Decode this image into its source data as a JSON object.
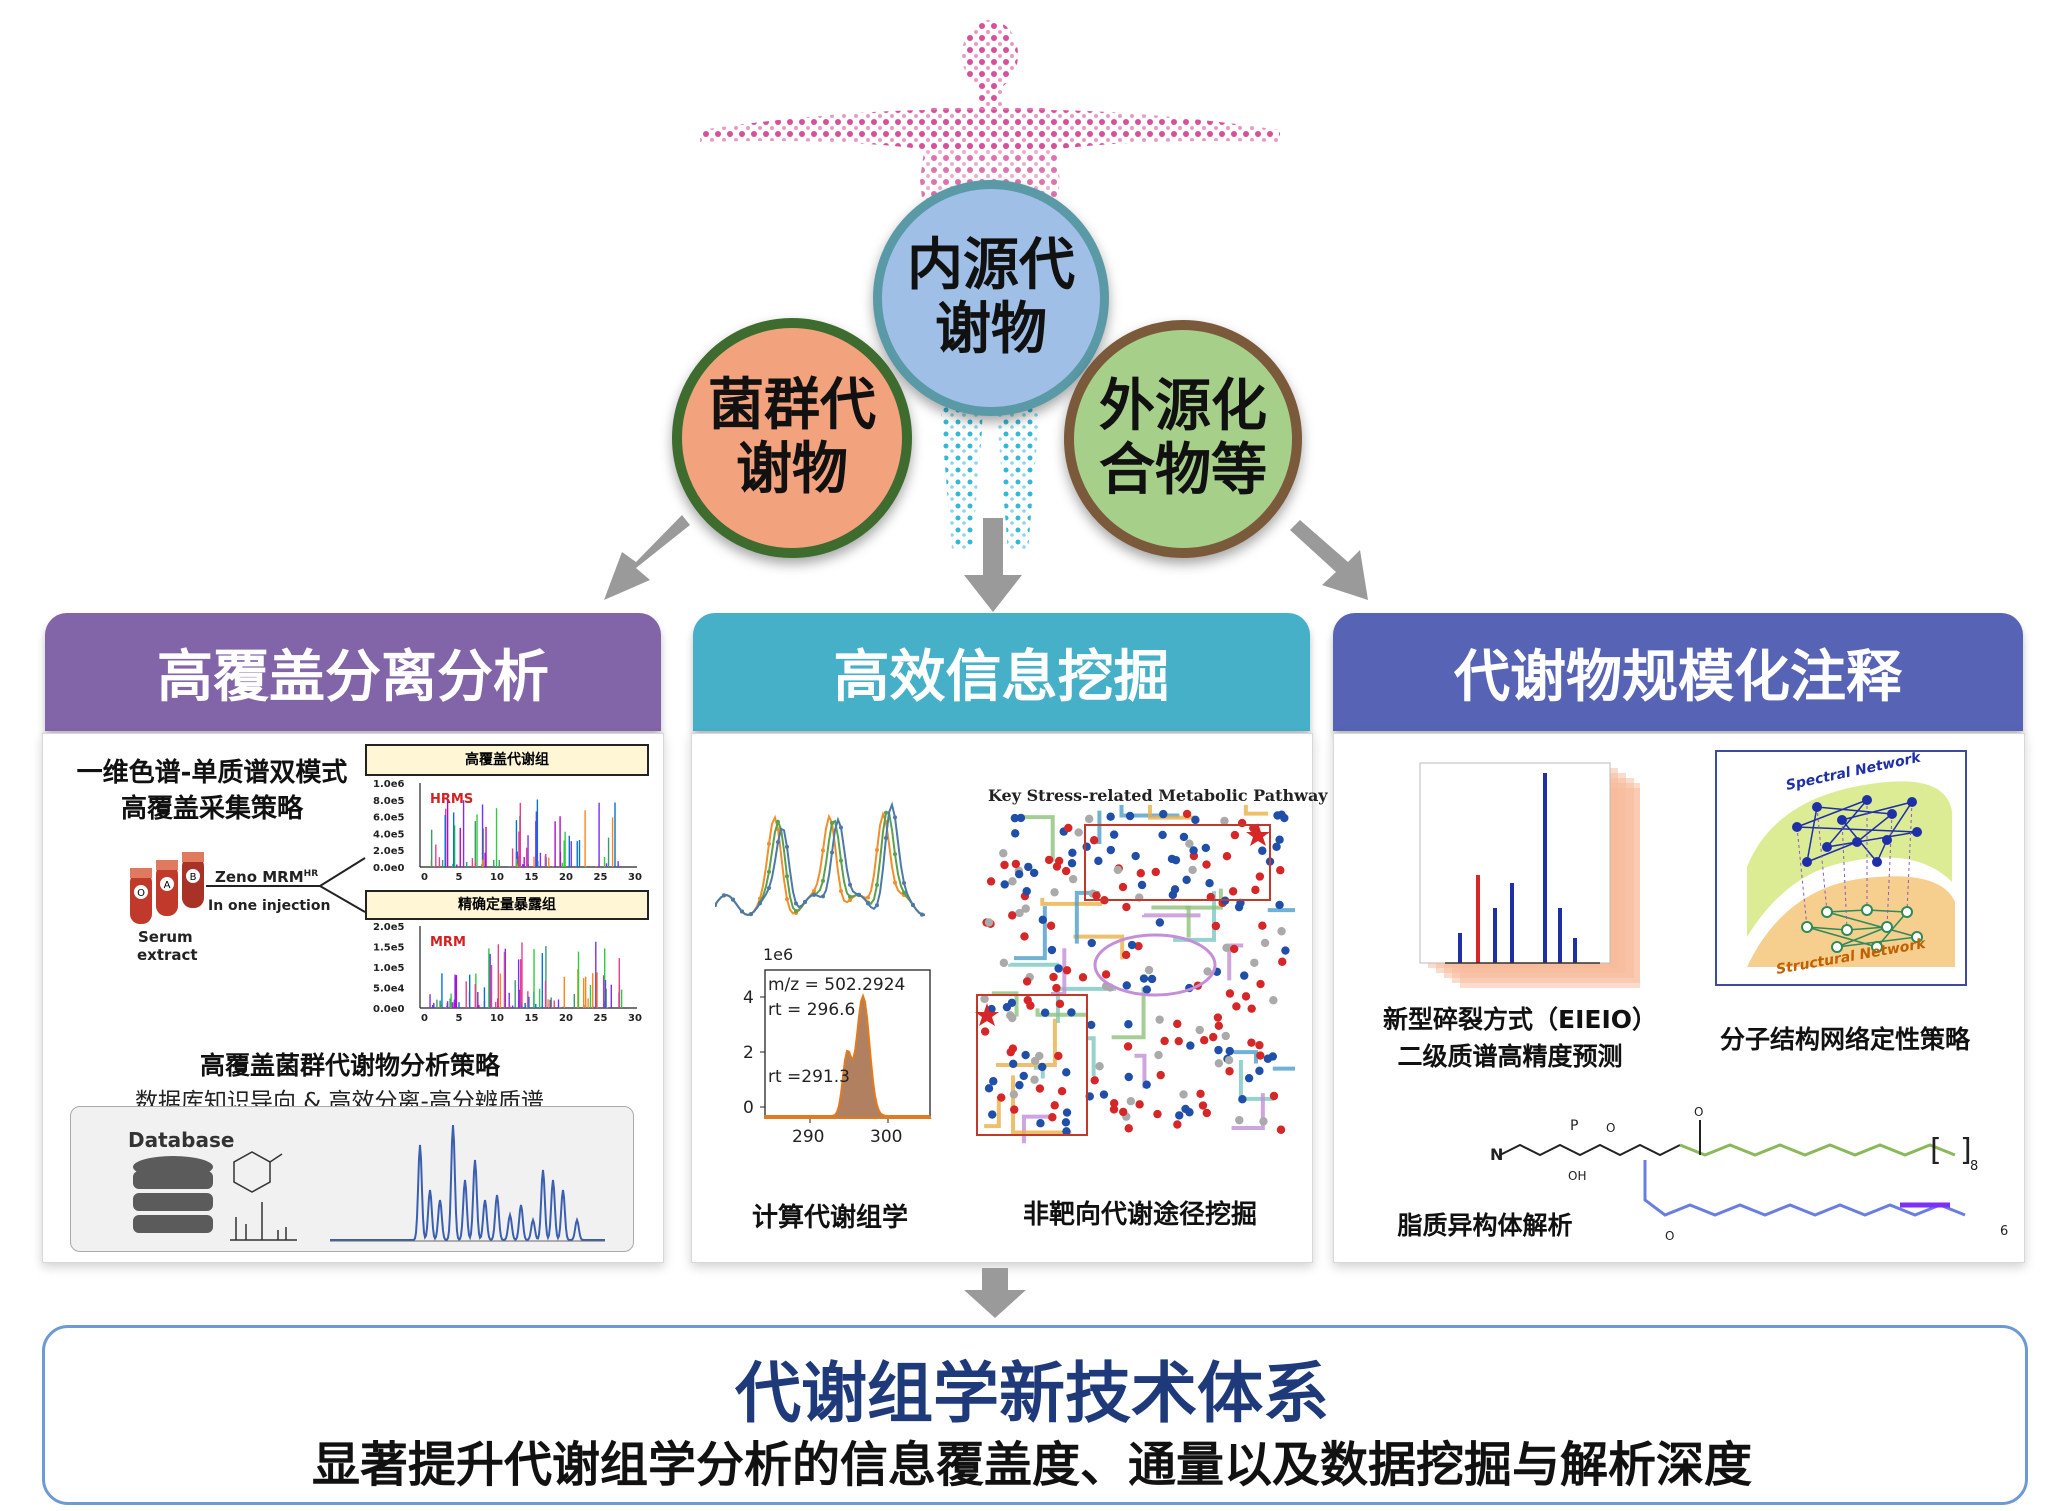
{
  "circles": {
    "endogenous": "内源代谢物",
    "microbial": "菌群代谢物",
    "exogenous": "外源化合物等"
  },
  "headers": {
    "left": "高覆盖分离分析",
    "middle": "高效信息挖掘",
    "right": "代谢物规模化注释"
  },
  "left_panel": {
    "title_line1": "一维色谱-单质谱双模式",
    "title_line2": "高覆盖采集策略",
    "tube_labels": [
      "O",
      "A",
      "B"
    ],
    "serum_label": "Serum",
    "extract_label": "extract",
    "zeno_label": "Zeno MRM",
    "zeno_sup": "HR",
    "injection_label": "In one injection",
    "chart1_header": "高覆盖代谢组",
    "chart1_tag": "HRMS",
    "chart1_yticks": [
      "1.0e6",
      "8.0e5",
      "6.0e5",
      "4.0e5",
      "2.0e5",
      "0.0e0"
    ],
    "chart2_header": "精确定量暴露组",
    "chart2_tag": "MRM",
    "chart2_yticks": [
      "2.0e5",
      "1.5e5",
      "1.0e5",
      "5.0e4",
      "0.0e0"
    ],
    "xticks": [
      "0",
      "5",
      "10",
      "15",
      "20",
      "25",
      "30"
    ],
    "strategy_title": "高覆盖菌群代谢物分析策略",
    "strategy_sub": "数据库知识导向 & 高效分离-高分辨质谱",
    "database_label": "Database"
  },
  "middle_panel": {
    "peak_chart": {
      "scale": "1e6",
      "yticks": [
        "4",
        "2",
        "0"
      ],
      "xticks": [
        "290",
        "300"
      ],
      "mz": "m/z = 502.2924",
      "rt1": "rt = 296.6",
      "rt2": "rt =291.3"
    },
    "pathway_title": "Key Stress-related Metabolic Pathway",
    "caption_left": "计算代谢组学",
    "caption_right": "非靶向代谢途径挖掘"
  },
  "right_panel": {
    "caption_msms_line1": "新型碎裂方式（EIEIO）",
    "caption_msms_line2": "二级质谱高精度预测",
    "network_top": "Spectral Network",
    "network_bottom": "Structural Network",
    "caption_network": "分子结构网络定性策略",
    "caption_lipid": "脂质异构体解析",
    "lipid_sub1": "8",
    "lipid_sub2": "6"
  },
  "bottom": {
    "title": "代谢组学新技术体系",
    "subtitle": "显著提升代谢组学分析的信息覆盖度、通量以及数据挖掘与解析深度"
  },
  "colors": {
    "purple_header": "#8264a8",
    "teal_header": "#46b0c8",
    "blue_header": "#5763b5",
    "title_blue": "#1f3a7a",
    "circle_endogenous": "#9fbfe6",
    "circle_microbial": "#f2a27c",
    "circle_exogenous": "#a6cf8a"
  }
}
